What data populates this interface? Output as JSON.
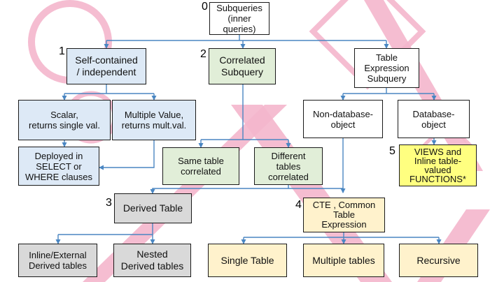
{
  "colors": {
    "white": "#ffffff",
    "blue": "#dde9f6",
    "green": "#e1eed8",
    "gray": "#d9d9d9",
    "tan": "#fff2cc",
    "yellow": "#ffff80",
    "connector": "#4a86c2",
    "decoration": "#f4b6cc"
  },
  "nodes": {
    "root": {
      "number": "0",
      "label": "Subqueries\n(inner queries)"
    },
    "self_contained": {
      "number": "1",
      "label": "Self-contained\n/ independent"
    },
    "correlated": {
      "number": "2",
      "label": "Correlated\nSubquery"
    },
    "table_expression": {
      "label": "Table\nExpression\nSubquery"
    },
    "scalar": {
      "label": "Scalar,\nreturns single val."
    },
    "multiple_value": {
      "label": "Multiple Value,\nreturns mult.val."
    },
    "non_db_object": {
      "label": "Non-database-\nobject"
    },
    "db_object": {
      "label": "Database-\nobject"
    },
    "deployed": {
      "label": "Deployed in\nSELECT or\nWHERE clauses"
    },
    "same_table": {
      "label": "Same table\ncorrelated"
    },
    "different_tables": {
      "label": "Different\ntables\ncorrelated"
    },
    "views": {
      "number": "5",
      "label": "VIEWS and\nInline table-\nvalued\nFUNCTIONS*"
    },
    "derived_table": {
      "number": "3",
      "label": "Derived Table"
    },
    "cte": {
      "number": "4",
      "label": "CTE , Common\nTable\nExpression"
    },
    "inline_external": {
      "label": "Inline/External\nDerived tables"
    },
    "nested": {
      "label": "Nested\nDerived tables"
    },
    "single_table": {
      "label": "Single Table"
    },
    "multiple_tables": {
      "label": "Multiple tables"
    },
    "recursive": {
      "label": "Recursive"
    }
  }
}
